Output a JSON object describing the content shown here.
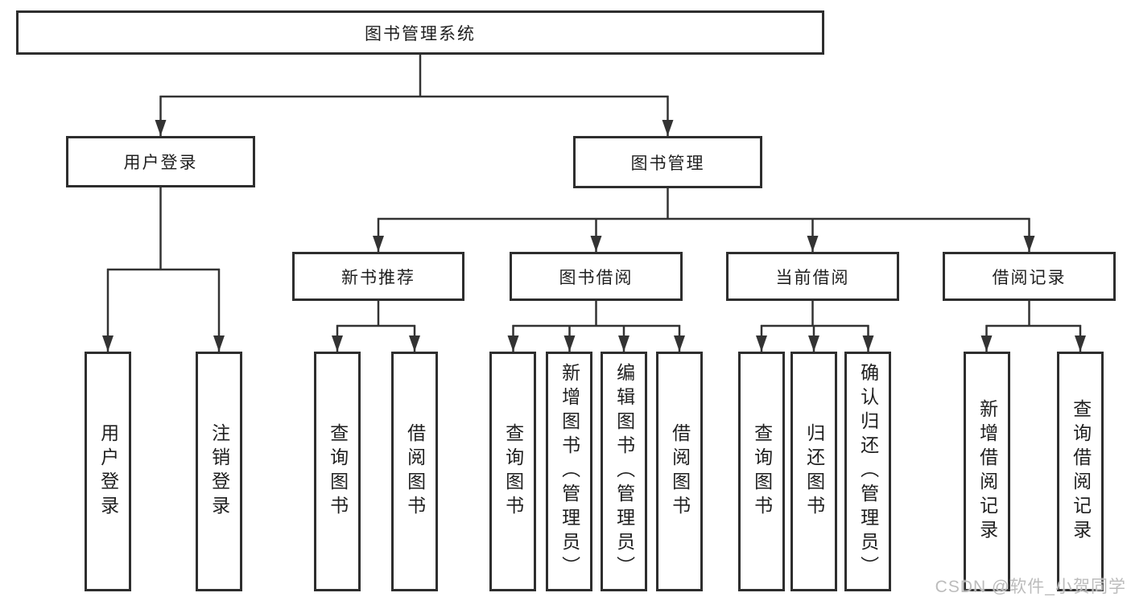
{
  "colors": {
    "line": "#333333",
    "box_border": "#2e2e2e",
    "text": "#1f1f1f",
    "background": "#ffffff",
    "watermark": "#bcbcbc"
  },
  "tree": {
    "label": "图书管理系统",
    "children": [
      {
        "label": "用户登录",
        "children": [
          {
            "label": "用户登录"
          },
          {
            "label": "注销登录"
          }
        ]
      },
      {
        "label": "图书管理",
        "children": [
          {
            "label": "新书推荐",
            "children": [
              {
                "label": "查询图书"
              },
              {
                "label": "借阅图书"
              }
            ]
          },
          {
            "label": "图书借阅",
            "children": [
              {
                "label": "查询图书"
              },
              {
                "label": "新增图书（管理员）"
              },
              {
                "label": "编辑图书（管理员）"
              },
              {
                "label": "借阅图书"
              }
            ]
          },
          {
            "label": "当前借阅",
            "children": [
              {
                "label": "查询图书"
              },
              {
                "label": "归还图书"
              },
              {
                "label": "确认归还（管理员）"
              }
            ]
          },
          {
            "label": "借阅记录",
            "children": [
              {
                "label": "新增借阅记录"
              },
              {
                "label": "查询借阅记录"
              }
            ]
          }
        ]
      }
    ]
  },
  "watermark": {
    "text": "CSDN @软件_小贺同学"
  }
}
